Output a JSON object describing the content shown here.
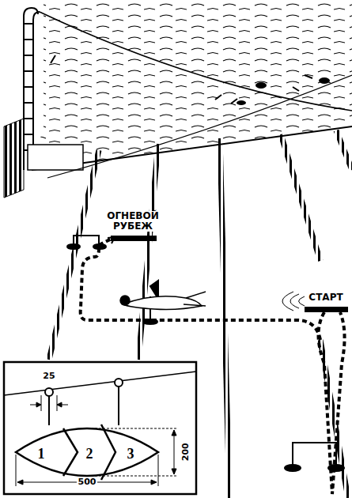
{
  "diagram": {
    "nodes": [
      {
        "text": [
          "1"
        ]
      },
      {
        "text": [
          "2"
        ]
      },
      {
        "text": [
          "3"
        ]
      }
    ],
    "labels": [
      "ОГНЕВОЙ РУБЕЖ",
      "СТАРТ",
      "25",
      "200",
      "500"
    ]
  }
}
